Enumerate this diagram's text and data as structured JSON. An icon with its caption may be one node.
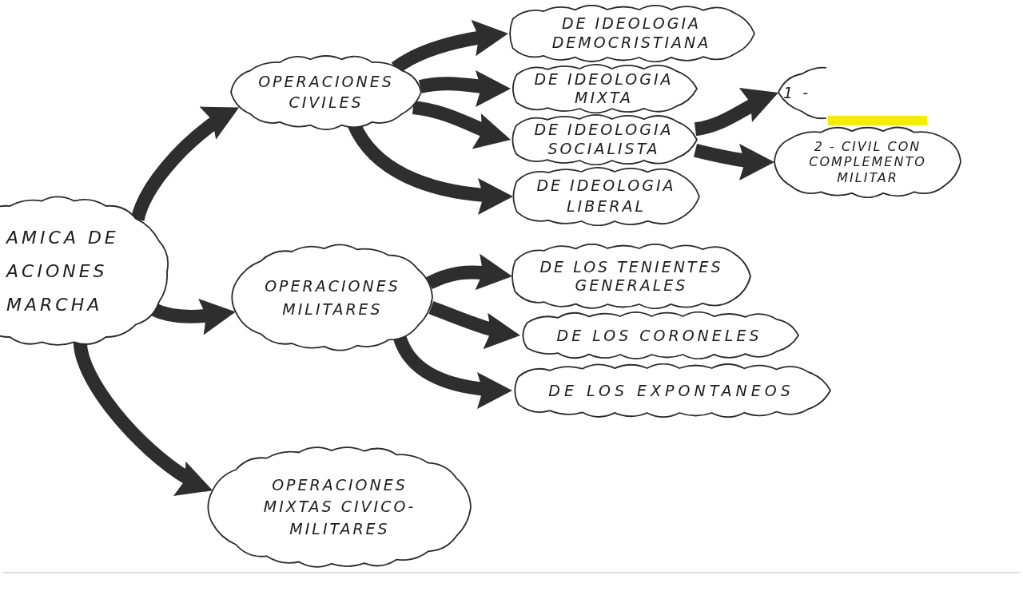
{
  "diagram": {
    "nodes": [
      {
        "text": [
          "AMICA DE ACIONES MARCHA"
        ]
      },
      {
        "text": [
          "OPERACIONES CIVILES"
        ]
      },
      {
        "text": [
          "OPERACIONES MILITARES"
        ]
      },
      {
        "text": [
          "OPERACIONES MIXTAS CIVICO-MILITARES"
        ]
      },
      {
        "text": [
          "DE IDEOLOGIA DEMOCRISTIANA"
        ]
      },
      {
        "text": [
          "DE IDEOLOGIA MIXTA"
        ]
      },
      {
        "text": [
          "DE IDEOLOGIA SOCIALISTA"
        ]
      },
      {
        "text": [
          "DE IDEOLOGIA LIBERAL"
        ]
      },
      {
        "text": [
          "1 -"
        ]
      },
      {
        "text": [
          "2 - CIVIL CON COMPLEMENTO MILITAR"
        ]
      },
      {
        "text": [
          "DE LOS TENIENTES GENERALES"
        ]
      },
      {
        "text": [
          "DE LOS CORONELES"
        ]
      },
      {
        "text": [
          "DE LOS EXPONTANEOS"
        ]
      }
    ],
    "edges": [
      {
        "from": 0,
        "to": 1,
        "arrow": "to"
      },
      {
        "from": 0,
        "to": 2,
        "arrow": "to"
      },
      {
        "from": 0,
        "to": 3,
        "arrow": "to"
      },
      {
        "from": 1,
        "to": 4,
        "arrow": "to"
      },
      {
        "from": 1,
        "to": 5,
        "arrow": "to"
      },
      {
        "from": 1,
        "to": 6,
        "arrow": "to"
      },
      {
        "from": 1,
        "to": 7,
        "arrow": "to"
      },
      {
        "from": 6,
        "to": 8,
        "arrow": "to"
      },
      {
        "from": 6,
        "to": 9,
        "arrow": "to"
      },
      {
        "from": 2,
        "to": 10,
        "arrow": "to"
      },
      {
        "from": 2,
        "to": 11,
        "arrow": "to"
      },
      {
        "from": 2,
        "to": 12,
        "arrow": "to"
      }
    ]
  }
}
